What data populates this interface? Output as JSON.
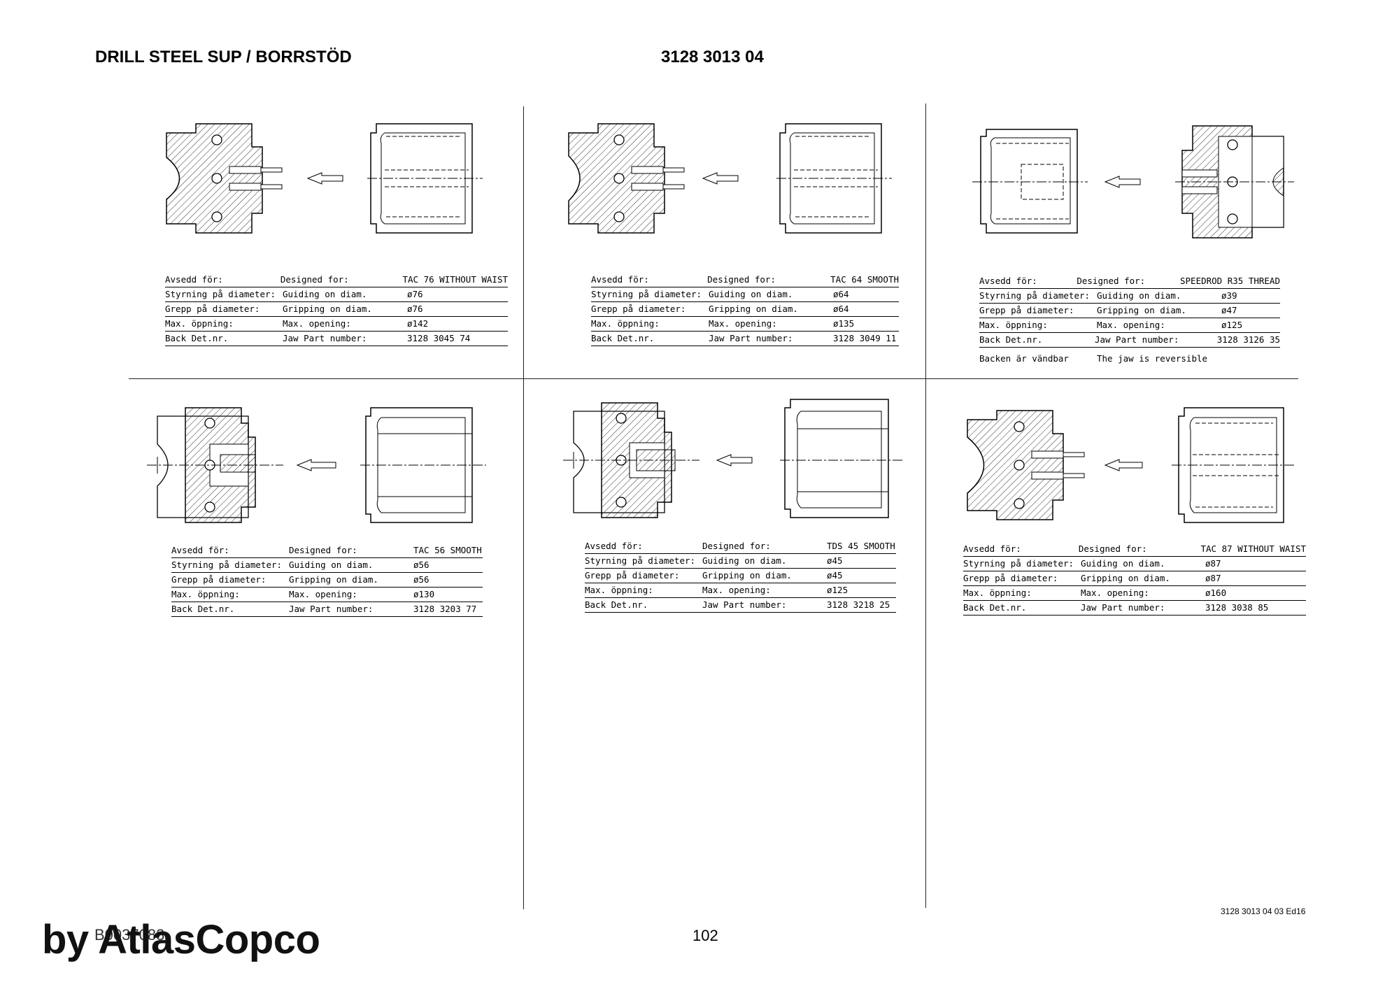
{
  "header": {
    "title": "DRILL STEEL SUP / BORRSTÖD",
    "part_number": "3128 3013 04"
  },
  "panels": [
    {
      "rows": [
        {
          "sv": "Avsedd för:",
          "en": "Designed for:",
          "value": "TAC 76 WITHOUT WAIST"
        },
        {
          "sv": "Styrning på diameter:",
          "en": "Guiding on diam.",
          "value": "ø76"
        },
        {
          "sv": "Grepp på diameter:",
          "en": "Gripping on diam.",
          "value": "ø76"
        },
        {
          "sv": "Max. öppning:",
          "en": "Max. opening:",
          "value": "ø142"
        },
        {
          "sv": "Back  Det.nr.",
          "en": "Jaw  Part number:",
          "value": "3128 3045 74"
        }
      ]
    },
    {
      "rows": [
        {
          "sv": "Avsedd för:",
          "en": "Designed for:",
          "value": "TAC 64 SMOOTH"
        },
        {
          "sv": "Styrning på diameter:",
          "en": "Guiding on diam.",
          "value": "ø64"
        },
        {
          "sv": "Grepp på diameter:",
          "en": "Gripping on diam.",
          "value": "ø64"
        },
        {
          "sv": "Max. öppning:",
          "en": "Max. opening:",
          "value": "ø135"
        },
        {
          "sv": "Back  Det.nr.",
          "en": "Jaw  Part number:",
          "value": "3128 3049 11"
        }
      ]
    },
    {
      "rows": [
        {
          "sv": "Avsedd för:",
          "en": "Designed for:",
          "value": "SPEEDROD R35 THREAD"
        },
        {
          "sv": "Styrning på diameter:",
          "en": "Guiding on diam.",
          "value": "ø39"
        },
        {
          "sv": "Grepp på diameter:",
          "en": "Gripping on diam.",
          "value": "ø47"
        },
        {
          "sv": "Max. öppning:",
          "en": "Max. opening:",
          "value": "ø125"
        },
        {
          "sv": "Back  Det.nr.",
          "en": "Jaw  Part number:",
          "value": "3128 3126 35"
        }
      ],
      "note": {
        "sv": "Backen är vändbar",
        "en": "The jaw is reversible"
      }
    },
    {
      "rows": [
        {
          "sv": "Avsedd för:",
          "en": "Designed for:",
          "value": "TAC 56 SMOOTH"
        },
        {
          "sv": "Styrning på diameter:",
          "en": "Guiding on diam.",
          "value": "ø56"
        },
        {
          "sv": "Grepp på diameter:",
          "en": "Gripping on diam.",
          "value": "ø56"
        },
        {
          "sv": "Max. öppning:",
          "en": "Max. opening:",
          "value": "ø130"
        },
        {
          "sv": "Back  Det.nr.",
          "en": "Jaw  Part number:",
          "value": "3128 3203 77"
        }
      ]
    },
    {
      "rows": [
        {
          "sv": "Avsedd för:",
          "en": "Designed for:",
          "value": "TDS 45 SMOOTH"
        },
        {
          "sv": "Styrning på diameter:",
          "en": "Guiding on diam.",
          "value": "ø45"
        },
        {
          "sv": "Grepp på diameter:",
          "en": "Gripping on diam.",
          "value": "ø45"
        },
        {
          "sv": "Max. öppning:",
          "en": "Max. opening:",
          "value": "ø125"
        },
        {
          "sv": "Back  Det.nr.",
          "en": "Jaw  Part number:",
          "value": "3128 3218 25"
        }
      ]
    },
    {
      "rows": [
        {
          "sv": "Avsedd för:",
          "en": "Designed for:",
          "value": "TAC 87 WITHOUT WAIST"
        },
        {
          "sv": "Styrning på diameter:",
          "en": "Guiding on diam.",
          "value": "ø87"
        },
        {
          "sv": "Grepp på diameter:",
          "en": "Gripping on diam.",
          "value": "ø87"
        },
        {
          "sv": "Max. öppning:",
          "en": "Max. opening:",
          "value": "ø160"
        },
        {
          "sv": "Back  Det.nr.",
          "en": "Jaw  Part number:",
          "value": "3128 3038 85"
        }
      ]
    }
  ],
  "footer": {
    "ref_code": "3128 3013 04 03 Ed16",
    "page_number": "102",
    "doc_code": "B0037083",
    "watermark": "by AtlasCopco"
  }
}
